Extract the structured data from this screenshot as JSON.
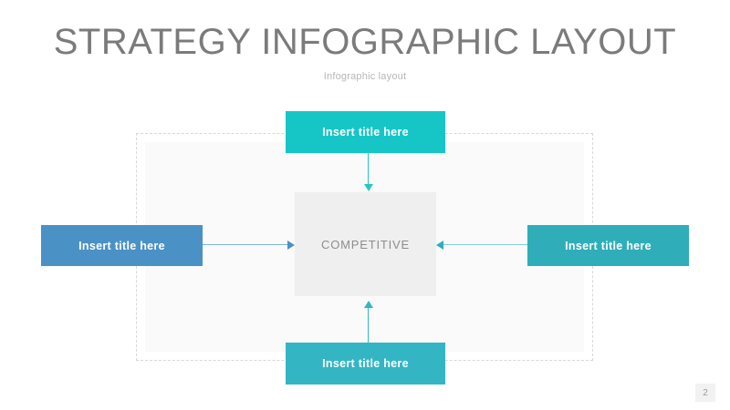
{
  "slide": {
    "title": "STRATEGY INFOGRAPHIC LAYOUT",
    "subtitle": "Infographic layout",
    "page_number": "2",
    "title_color": "#7b7b7b",
    "subtitle_color": "#b6b6b6",
    "background_color": "#ffffff"
  },
  "diagram": {
    "center": {
      "label": "COMPETITIVE",
      "fill_color": "#efefef",
      "text_color": "#8d8d8d"
    },
    "frame": {
      "border_style": "dashed",
      "border_color": "#d8d8d8",
      "panel_fill": "#fafafa"
    },
    "nodes": [
      {
        "position": "top",
        "label": "Insert title here",
        "fill_color": "#16c6c6",
        "text_color": "#ffffff"
      },
      {
        "position": "left",
        "label": "Insert title here",
        "fill_color": "#4a91c6",
        "text_color": "#ffffff"
      },
      {
        "position": "right",
        "label": "Insert title here",
        "fill_color": "#2faeba",
        "text_color": "#ffffff"
      },
      {
        "position": "bottom",
        "label": "Insert title here",
        "fill_color": "#33b5c4",
        "text_color": "#ffffff"
      }
    ],
    "connectors": [
      {
        "from": "top",
        "to": "center",
        "direction": "down",
        "color": "#2ec4c4"
      },
      {
        "from": "left",
        "to": "center",
        "direction": "right",
        "color": "#4a91c6"
      },
      {
        "from": "right",
        "to": "center",
        "direction": "left",
        "color": "#2faeba"
      },
      {
        "from": "bottom",
        "to": "center",
        "direction": "up",
        "color": "#33b5c4"
      }
    ]
  }
}
